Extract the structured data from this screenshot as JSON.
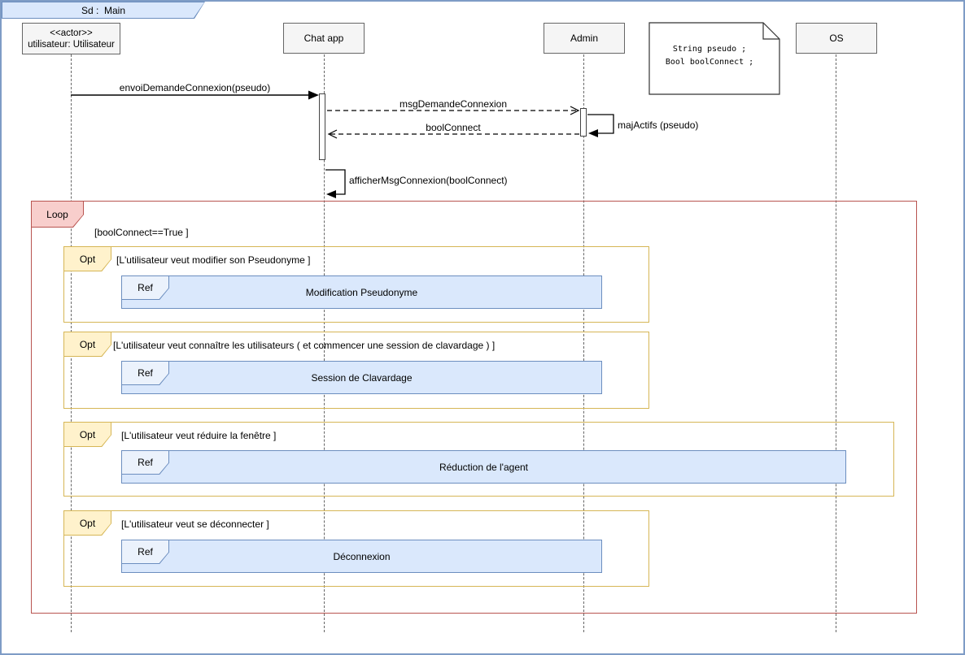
{
  "diagram": {
    "title": "Sd :  Main",
    "actors": [
      {
        "id": "utilisateur",
        "line1": "<<actor>>",
        "line2": "utilisateur: Utilisateur"
      },
      {
        "id": "chat-app",
        "label": "Chat app"
      },
      {
        "id": "admin",
        "label": "Admin"
      },
      {
        "id": "os",
        "label": "OS"
      }
    ],
    "note": {
      "line1": "String pseudo ;",
      "line2": "Bool boolConnect ;"
    },
    "messages": {
      "envoi": "envoiDemandeConnexion(pseudo)",
      "msg_demande": "msgDemandeConnexion",
      "bool_connect": "boolConnect",
      "maj_actifs": "majActifs (pseudo)",
      "afficher": "afficherMsgConnexion(boolConnect)"
    },
    "loop": {
      "label": "Loop",
      "condition": "[boolConnect==True ]"
    },
    "opts": [
      {
        "label": "Opt",
        "condition": "[L'utilisateur veut modifier son Pseudonyme ]",
        "ref_label": "Ref",
        "ref_name": "Modification Pseudonyme"
      },
      {
        "label": "Opt",
        "condition": "[L'utilisateur veut connaître les utilisateurs ( et commencer une session de clavardage ) ]",
        "ref_label": "Ref",
        "ref_name": "Session de Clavardage"
      },
      {
        "label": "Opt",
        "condition": "[L'utilisateur veut réduire la fenêtre ]",
        "ref_label": "Ref",
        "ref_name": "Réduction de l'agent"
      },
      {
        "label": "Opt",
        "condition": "[L'utilisateur veut se déconnecter ]",
        "ref_label": "Ref",
        "ref_name": "Déconnexion"
      }
    ],
    "colors": {
      "frame_blue": "#7e9cc6",
      "tab_fill": "#dae8fc",
      "tab_border": "#6c8ebf",
      "loop_fill": "#f8cecc",
      "loop_border": "#b85450",
      "opt_fill": "#fff2cc",
      "opt_border": "#d6b656",
      "ref_fill": "#dae8fc",
      "ref_border": "#6c8ebf",
      "head_fill": "#f5f5f5",
      "head_border": "#666666"
    }
  }
}
